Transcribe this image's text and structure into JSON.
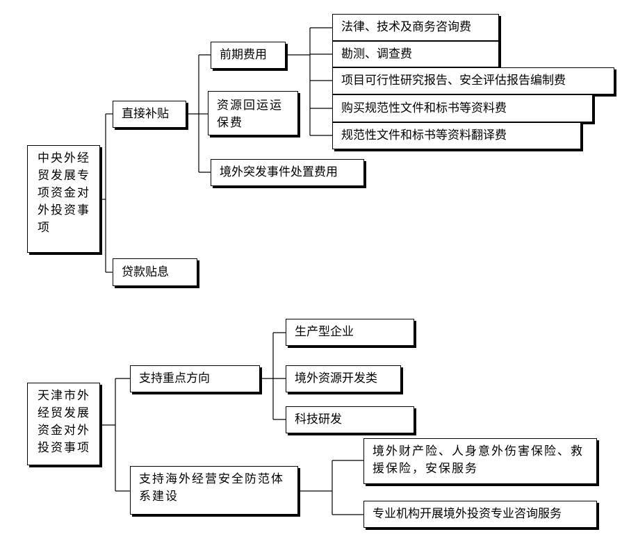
{
  "tree1": {
    "root": "中央外经贸发展专项资金对外投资事项",
    "direct_subsidy": "直接补贴",
    "preliminary_fee": "前期费用",
    "fees": [
      "法律、技术及商务咨询费",
      "勘测、调查费",
      "项目可行性研究报告、安全评估报告编制费",
      "购买规范性文件和标书等资料费",
      "规范性文件和标书等资料翻译费"
    ],
    "resource_return": "资源回运运保费",
    "emergency": "境外突发事件处置费用",
    "loan_interest": "贷款贴息"
  },
  "tree2": {
    "root": "天津市外经贸发展资金对外投资事项",
    "key_direction": "支持重点方向",
    "directions": [
      "生产型企业",
      "境外资源开发类",
      "科技研发"
    ],
    "security": "支持海外经营安全防范体系建设",
    "security_items": [
      "境外财产险、人身意外伤害保险、救援保险，安保服务",
      "专业机构开展境外投资专业咨询服务"
    ]
  }
}
